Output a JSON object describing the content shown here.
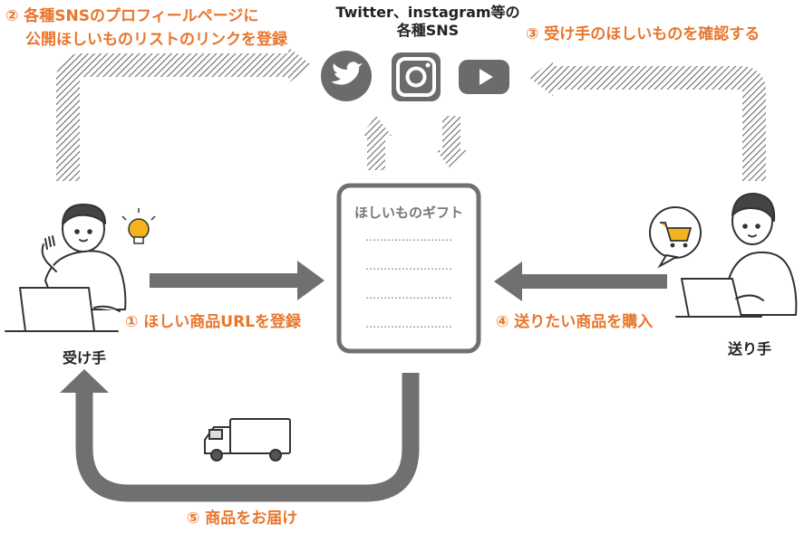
{
  "colors": {
    "accent": "#e8762c",
    "arrow_gray": "#707070",
    "stroke": "#3a3a3a",
    "bulb": "#f2b31f",
    "cart_bubble_fill": "#ffffff"
  },
  "labels": {
    "step2_line1": "② 各種SNSのプロフィールページに",
    "step2_line2": "公開ほしいものリストのリンクを登録",
    "sns_line1": "Twitter、instagram等の",
    "sns_line2": "各種SNS",
    "step3": "③ 受け手のほしいものを確認する",
    "step1": "① ほしい商品URLを登録",
    "step4": "④ 送りたい商品を購入",
    "step5": "⑤ 商品をお届け",
    "receiver": "受け手",
    "sender": "送り手"
  },
  "wishlist": {
    "title": "ほしいものギフト",
    "rows": [
      "……………………",
      "……………………",
      "……………………",
      "……………………"
    ]
  },
  "sns_icons": [
    "twitter-icon",
    "instagram-icon",
    "youtube-icon"
  ]
}
